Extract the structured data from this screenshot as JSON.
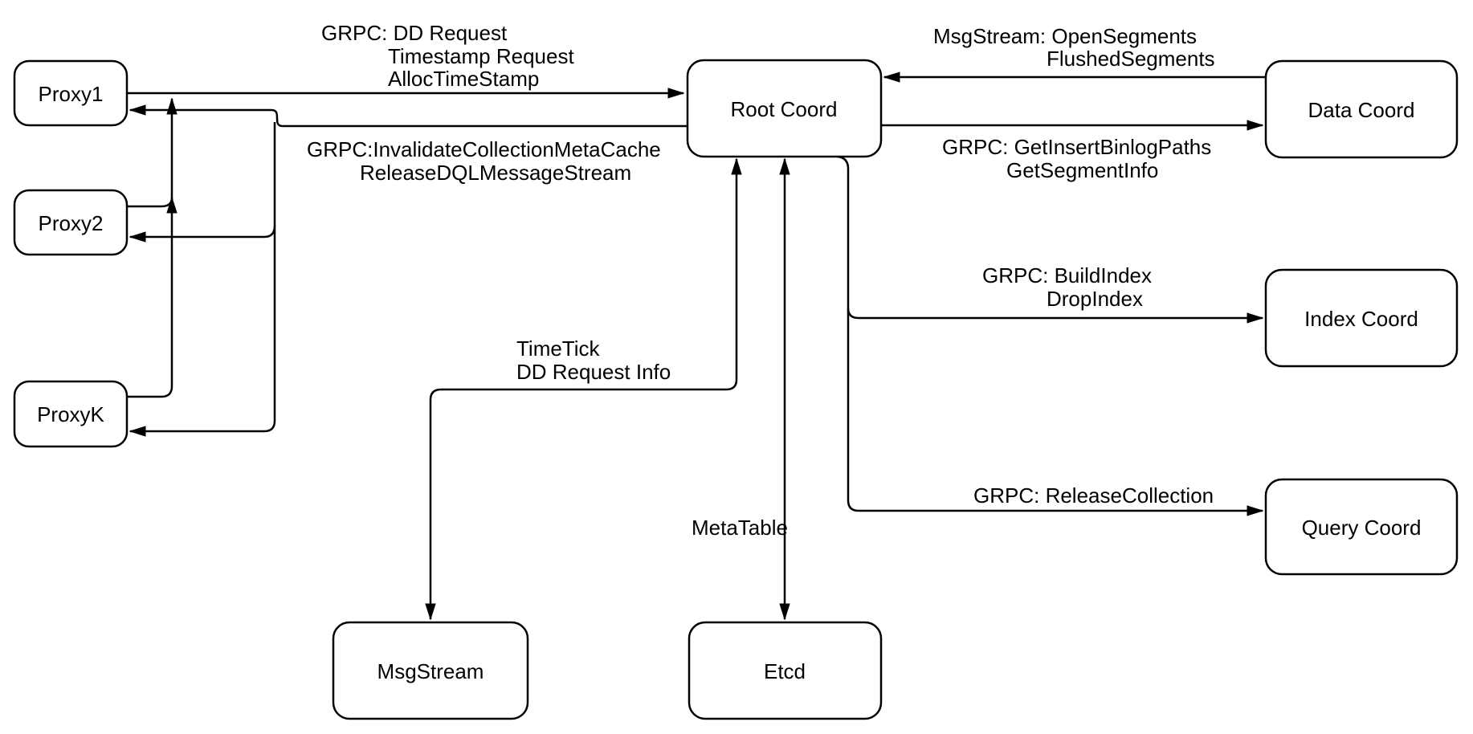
{
  "colors": {
    "line": "#000000",
    "node_fill": "#ffffff",
    "background": "#ffffff"
  },
  "nodes": {
    "proxy1": "Proxy1",
    "proxy2": "Proxy2",
    "proxyk": "ProxyK",
    "root": "Root Coord",
    "data": "Data Coord",
    "index": "Index Coord",
    "query": "Query Coord",
    "msgstream": "MsgStream",
    "etcd": "Etcd"
  },
  "edges": {
    "proxy_to_root": {
      "l1": "GRPC: DD Request",
      "l2": "Timestamp Request",
      "l3": "AllocTimeStamp"
    },
    "root_to_proxies": {
      "l1": "GRPC:InvalidateCollectionMetaCache",
      "l2": "ReleaseDQLMessageStream"
    },
    "data_to_root": {
      "l1": "MsgStream: OpenSegments",
      "l2": "FlushedSegments"
    },
    "root_to_data": {
      "l1": "GRPC: GetInsertBinlogPaths",
      "l2": "GetSegmentInfo"
    },
    "root_to_index": {
      "l1": "GRPC: BuildIndex",
      "l2": "DropIndex"
    },
    "root_to_query": {
      "l1": "GRPC: ReleaseCollection"
    },
    "root_to_msgstream": {
      "l1": "TimeTick",
      "l2": "DD Request Info"
    },
    "root_to_etcd": {
      "l1": "MetaTable"
    }
  }
}
